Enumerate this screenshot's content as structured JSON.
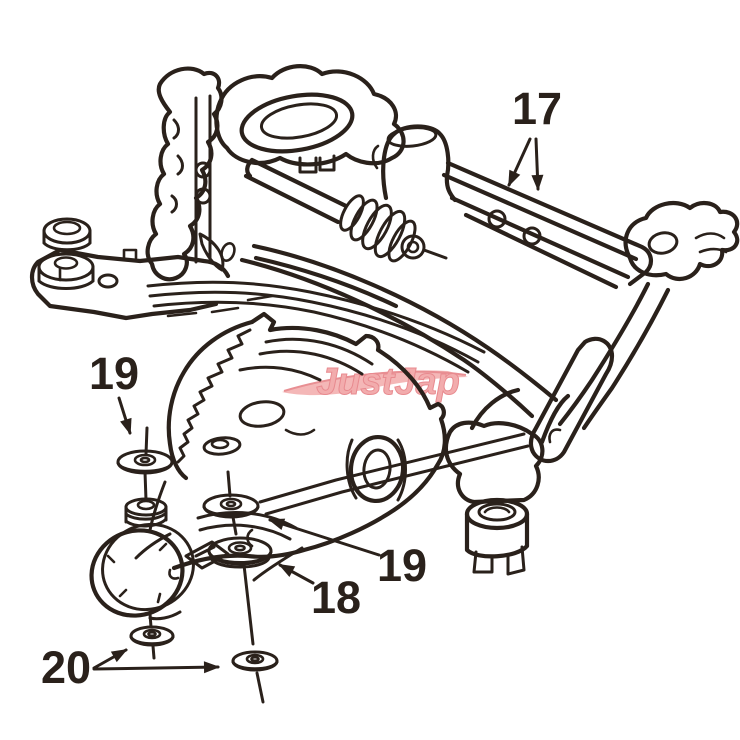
{
  "diagram": {
    "description": "exploded-parts-line-diagram-rear-subframe-and-differential",
    "background_color": "#ffffff",
    "line_color": "#2a211b",
    "watermark": {
      "text": "JustJap",
      "color": "#f09a9c"
    },
    "callouts": [
      {
        "label": "17",
        "arrows": 2
      },
      {
        "label": "19",
        "arrows": 1
      },
      {
        "label": "19",
        "arrows": 1
      },
      {
        "label": "18",
        "arrows": 1
      },
      {
        "label": "20",
        "arrows": 2
      }
    ]
  }
}
